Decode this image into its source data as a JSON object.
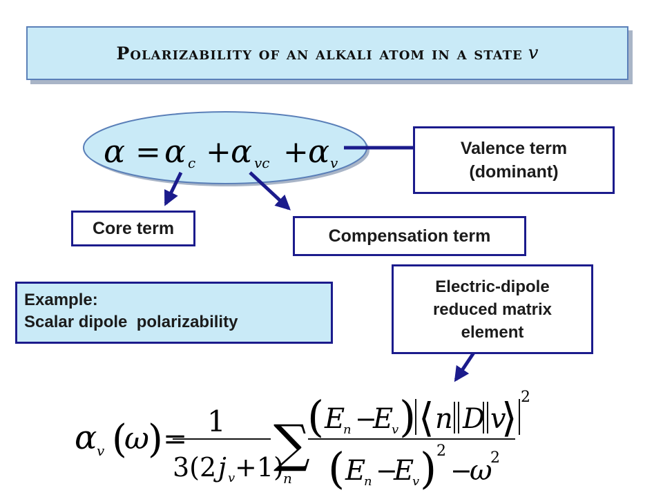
{
  "title": {
    "text": "Polarizability of an alkali atom in a state",
    "state_symbol": "v"
  },
  "equation_main": {
    "lhs": "α",
    "eq": "=",
    "t1": "α",
    "t1_sub": "c",
    "plus1": "+",
    "t2": "α",
    "t2_sub": "vc",
    "plus2": "+",
    "t3": "α",
    "t3_sub": "v"
  },
  "labels": {
    "valence": [
      "Valence term",
      "(dominant)"
    ],
    "core": "Core term",
    "compensation": "Compensation term",
    "example": [
      "Example:",
      "Scalar dipole  polarizability"
    ],
    "electric_dipole": [
      "Electric-dipole",
      "reduced matrix",
      "element"
    ]
  },
  "formula": {
    "lhs_symbol": "α",
    "lhs_sub": "v",
    "omega": "ω",
    "eq": "=",
    "numerator_one": "1",
    "denominator": "3(2",
    "den_j": "j",
    "den_j_sub": "v",
    "den_end": "+1)",
    "sum_symbol": "∑",
    "sum_index": "n",
    "E": "E",
    "n": "n",
    "v": "v",
    "minus": "−",
    "D": "D",
    "exponent": "2"
  },
  "colors": {
    "ellipse_fill": "#c9eaf7",
    "ellipse_stroke": "#5a7fb8",
    "box_border": "#1b1b8c",
    "arrow": "#1b1b8c",
    "title_bg": "#c9eaf7"
  }
}
